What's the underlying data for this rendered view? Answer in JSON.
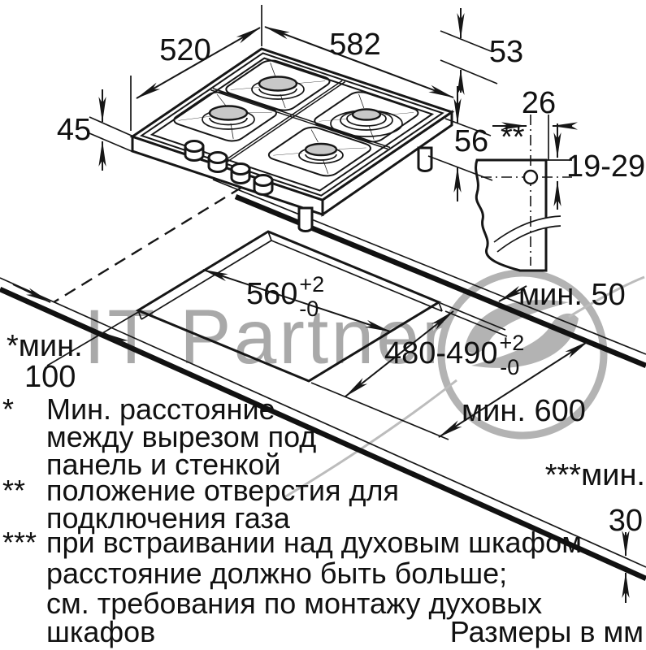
{
  "watermark": {
    "text": "IT Partner"
  },
  "units_note": "Размеры в мм",
  "dims": {
    "width": "582",
    "depth": "520",
    "edge_height": "45",
    "body_height": "53",
    "under_height": "56",
    "gas_offset": "26",
    "gas_marker": "**",
    "gas_range": "19-29",
    "cutout_width": {
      "value": "560",
      "plus": "+2",
      "minus": "-0"
    },
    "cutout_depth": {
      "value": "480-490",
      "plus": "+2",
      "minus": "-0"
    },
    "rear_min": "мин. 50",
    "front_min": "мин. 600",
    "side_min_label": "*мин.",
    "side_min_value": "100",
    "oven_min_label": "***мин.",
    "oven_min_value": "30"
  },
  "footnotes": [
    {
      "marker": "*",
      "lines": [
        "Мин. расстояние",
        "между вырезом под",
        "панель и стенкой"
      ]
    },
    {
      "marker": "**",
      "lines": [
        "положение отверстия для",
        "подключения газа"
      ]
    },
    {
      "marker": "***",
      "lines": [
        "при встраивании над духовым шкафом",
        "расстояние должно быть больше;",
        "см. требования по монтажу духовых",
        "шкафов"
      ]
    }
  ]
}
